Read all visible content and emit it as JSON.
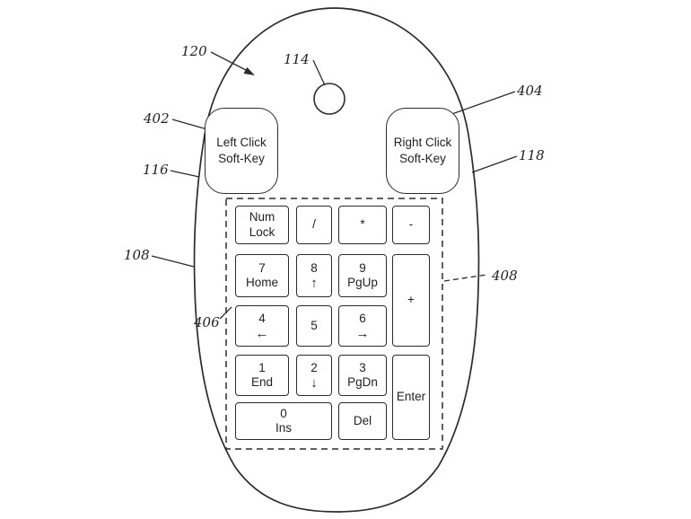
{
  "figure": {
    "colors": {
      "ink": "#2b2b2b",
      "background": "#ffffff"
    },
    "refs": {
      "120": "120",
      "114": "114",
      "402": "402",
      "404": "404",
      "116": "116",
      "118": "118",
      "108": "108",
      "406": "406",
      "408": "408"
    },
    "soft_keys": {
      "left_line1": "Left Click",
      "left_line2": "Soft-Key",
      "right_line1": "Right Click",
      "right_line2": "Soft-Key"
    },
    "keypad": {
      "keys": {
        "numlock": {
          "l1": "Num",
          "l2": "Lock"
        },
        "slash": {
          "l1": "/"
        },
        "asterisk": {
          "l1": "*"
        },
        "minus": {
          "l1": "-"
        },
        "seven": {
          "l1": "7",
          "l2": "Home"
        },
        "eight": {
          "l1": "8",
          "l2": "↑"
        },
        "nine": {
          "l1": "9",
          "l2": "PgUp"
        },
        "plus": {
          "l1": "+"
        },
        "four": {
          "l1": "4",
          "l2": "←"
        },
        "five": {
          "l1": "5"
        },
        "six": {
          "l1": "6",
          "l2": "→"
        },
        "one": {
          "l1": "1",
          "l2": "End"
        },
        "two": {
          "l1": "2",
          "l2": "↓"
        },
        "three": {
          "l1": "3",
          "l2": "PgDn"
        },
        "enter": {
          "l1": "Enter"
        },
        "zero": {
          "l1": "0",
          "l2": "Ins"
        },
        "del": {
          "l1": "Del"
        }
      }
    }
  }
}
